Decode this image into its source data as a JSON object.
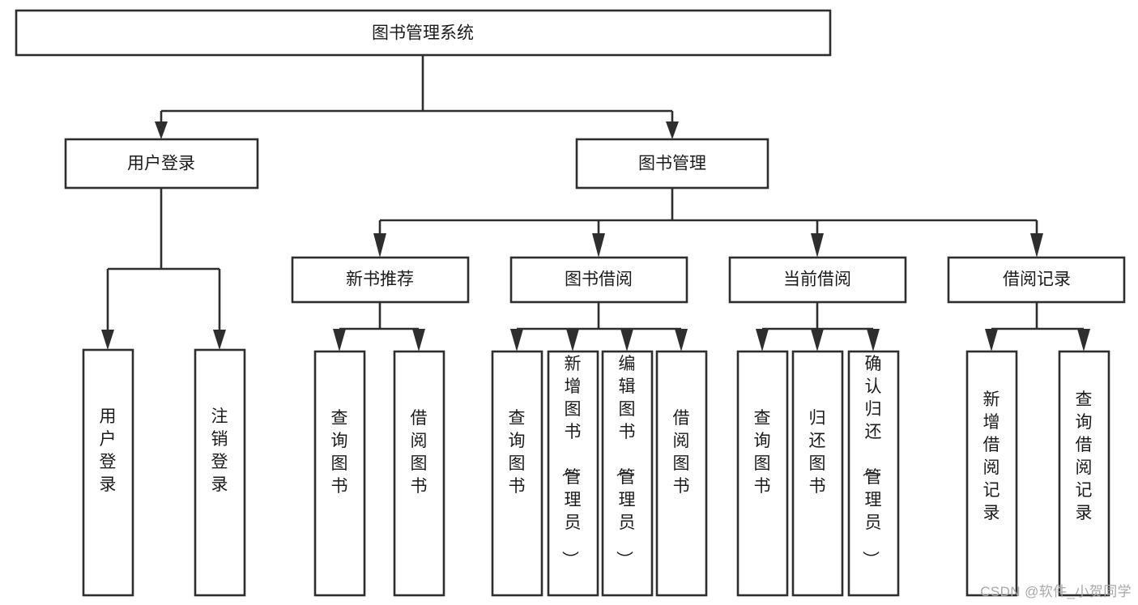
{
  "diagram": {
    "type": "tree",
    "title": "图书管理系统",
    "colors": {
      "stroke": "#2e2e2e",
      "fill": "#ffffff",
      "text": "#1b1b1b",
      "watermark": "#a8a8a8",
      "background": "#ffffff"
    },
    "root": {
      "id": "root",
      "label": "图书管理系统",
      "orientation": "horizontal"
    },
    "level2": [
      {
        "id": "user-login",
        "label": "用户登录",
        "orientation": "horizontal"
      },
      {
        "id": "book-management",
        "label": "图书管理",
        "orientation": "horizontal"
      }
    ],
    "level3": [
      {
        "id": "new-book-recommend",
        "label": "新书推荐",
        "parent": "book-management",
        "orientation": "horizontal"
      },
      {
        "id": "book-borrow",
        "label": "图书借阅",
        "parent": "book-management",
        "orientation": "horizontal"
      },
      {
        "id": "current-borrow",
        "label": "当前借阅",
        "parent": "book-management",
        "orientation": "horizontal"
      },
      {
        "id": "borrow-record",
        "label": "借阅记录",
        "parent": "book-management",
        "orientation": "horizontal"
      }
    ],
    "leaves": [
      {
        "id": "leaf-user-login",
        "label": "用户登录",
        "parent": "user-login",
        "orientation": "vertical"
      },
      {
        "id": "leaf-user-logout",
        "label": "注销登录",
        "parent": "user-login",
        "orientation": "vertical"
      },
      {
        "id": "leaf-query-book-1",
        "label": "查询图书",
        "parent": "new-book-recommend",
        "orientation": "vertical"
      },
      {
        "id": "leaf-borrow-book-1",
        "label": "借阅图书",
        "parent": "new-book-recommend",
        "orientation": "vertical"
      },
      {
        "id": "leaf-query-book-2",
        "label": "查询图书",
        "parent": "book-borrow",
        "orientation": "vertical"
      },
      {
        "id": "leaf-add-book",
        "label": "新增图书（管理员）",
        "parent": "book-borrow",
        "orientation": "vertical"
      },
      {
        "id": "leaf-edit-book",
        "label": "编辑图书（管理员）",
        "parent": "book-borrow",
        "orientation": "vertical"
      },
      {
        "id": "leaf-borrow-book-2",
        "label": "借阅图书",
        "parent": "book-borrow",
        "orientation": "vertical"
      },
      {
        "id": "leaf-query-book-3",
        "label": "查询图书",
        "parent": "current-borrow",
        "orientation": "vertical"
      },
      {
        "id": "leaf-return-book",
        "label": "归还图书",
        "parent": "current-borrow",
        "orientation": "vertical"
      },
      {
        "id": "leaf-confirm-return",
        "label": "确认归还（管理员）",
        "parent": "current-borrow",
        "orientation": "vertical"
      },
      {
        "id": "leaf-add-record",
        "label": "新增借阅记录",
        "parent": "borrow-record",
        "orientation": "vertical"
      },
      {
        "id": "leaf-query-record",
        "label": "查询借阅记录",
        "parent": "borrow-record",
        "orientation": "vertical"
      }
    ],
    "watermark": "CSDN @软件_小贺同学"
  }
}
